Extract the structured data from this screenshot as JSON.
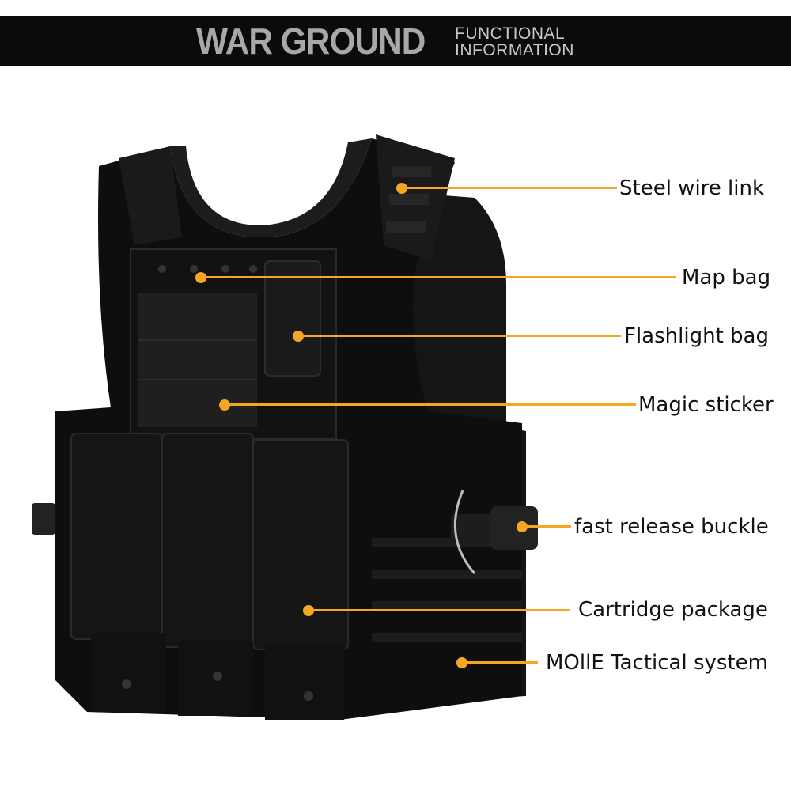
{
  "header": {
    "brand": "WAR GROUND",
    "subtitle_line1": "FUNCTIONAL",
    "subtitle_line2": "INFORMATION"
  },
  "accent_color": "#f5a623",
  "callouts": [
    {
      "label": "Steel wire link"
    },
    {
      "label": "Map bag"
    },
    {
      "label": "Flashlight bag"
    },
    {
      "label": "Magic sticker"
    },
    {
      "label": "fast release buckle"
    },
    {
      "label": "Cartridge package"
    },
    {
      "label": "MOllE Tactical system"
    }
  ]
}
